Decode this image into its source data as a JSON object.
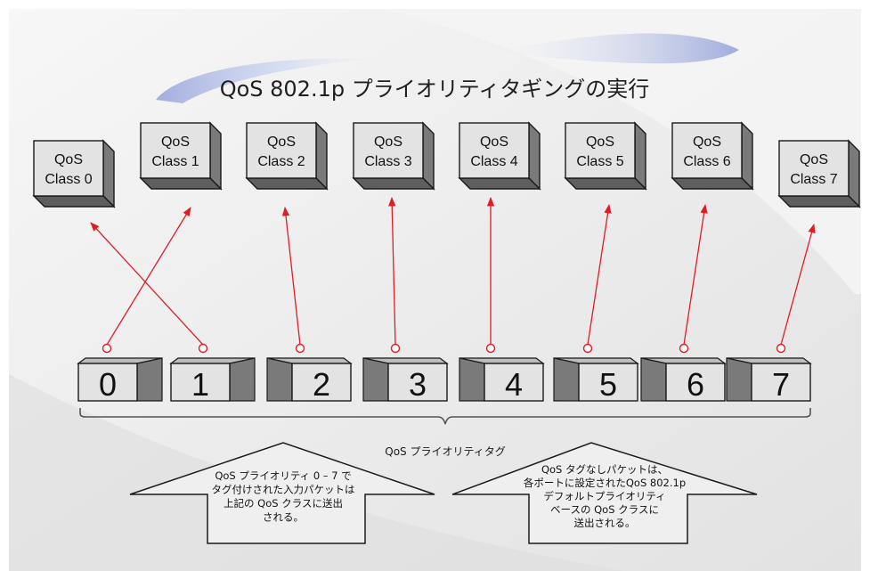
{
  "title": "QoS 802.1p プライオリティタギングの実行",
  "classes": [
    {
      "line1": "QoS",
      "line2": "Class 0"
    },
    {
      "line1": "QoS",
      "line2": "Class 1"
    },
    {
      "line1": "QoS",
      "line2": "Class 2"
    },
    {
      "line1": "QoS",
      "line2": "Class 3"
    },
    {
      "line1": "QoS",
      "line2": "Class 4"
    },
    {
      "line1": "QoS",
      "line2": "Class 5"
    },
    {
      "line1": "QoS",
      "line2": "Class 6"
    },
    {
      "line1": "QoS",
      "line2": "Class 7"
    }
  ],
  "tags": [
    "0",
    "1",
    "2",
    "3",
    "4",
    "5",
    "6",
    "7"
  ],
  "mapping": [
    1,
    0,
    2,
    3,
    4,
    5,
    6,
    7
  ],
  "tag_group_label": "QoS プライオリティタグ",
  "callouts": [
    {
      "lines": [
        "QoS プライオリティ 0 – 7 で",
        "タグ付けされた入力パケットは",
        "上記の QoS クラスに送出",
        "される。"
      ]
    },
    {
      "lines": [
        "QoS タグなしパケットは、",
        "各ポートに設定されたQoS 802.1p",
        "デフォルトプライオリティ",
        "ベースの QoS クラスに",
        "送出される。"
      ]
    }
  ],
  "colors": {
    "arrow": "#e01c24",
    "box_face": "#e3e3e3",
    "box_side": "#7a7a7a",
    "box_top": "#bdbdbd",
    "outline": "#1a1a1a"
  }
}
